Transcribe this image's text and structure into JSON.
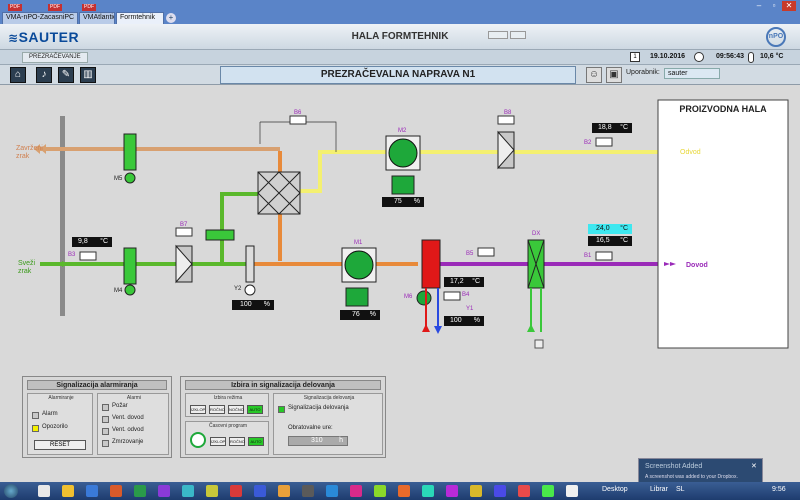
{
  "browser": {
    "tabs": [
      {
        "label": "VMA-nPO-ZacasniPC",
        "tag": "PDF"
      },
      {
        "label": "VMAtlantic",
        "tag": "PDF"
      },
      {
        "label": "Formtehnik",
        "tag": "PDF",
        "active": true
      }
    ],
    "new_tab": "+"
  },
  "header": {
    "brand": "SAUTER",
    "title": "HALA FORMTEHNIK",
    "breadcrumb": "PREZRAČEVANJE",
    "date": "19.10.2016",
    "time": "09:56:43",
    "temperature": "10,6 °C",
    "calendar_day": "1"
  },
  "toolbar": {
    "page_title": "PREZRAČEVALNA NAPRAVA N1",
    "user_label": "Uporabnik:",
    "user_name": "sauter"
  },
  "diagram": {
    "room_title": "PROIZVODNA HALA",
    "labels": {
      "exhaust_air": "Zavrženi\nzrak",
      "fresh_air": "Sveži\nzrak",
      "return_air": "Odvod",
      "supply_air": "Dovod"
    },
    "components": {
      "damper_exhaust": "M5",
      "damper_fresh": "M4",
      "return_fan": "M2",
      "supply_fan": "M1",
      "filter_fresh": "B7",
      "filter_return": "B8",
      "dp_recuperator": "B6",
      "valve_recuperator": "Y2",
      "pump": "M6",
      "valve_heater": "Y1",
      "sensor_heater": "B4",
      "sensor_supply_mid": "B5",
      "sensor_supply": "B1",
      "sensor_return": "B2",
      "sensor_fresh": "B3",
      "cooler": "DX"
    },
    "values": {
      "fresh_temp": "9,8",
      "fresh_unit": "°C",
      "recuperator_valve": "100",
      "recuperator_unit": "%",
      "supply_fan_speed": "76",
      "supply_fan_unit": "%",
      "return_fan_speed": "75",
      "return_fan_unit": "%",
      "heater_temp": "17,2",
      "heater_unit": "°C",
      "heater_valve": "100",
      "heater_valve_unit": "%",
      "return_temp": "18,8",
      "return_unit": "°C",
      "supply_setpoint": "24,0",
      "supply_setpoint_unit": "°C",
      "supply_temp": "16,5",
      "supply_unit": "°C"
    }
  },
  "alarm_panel": {
    "title": "Signalizacija alarmiranja",
    "box1_title": "Alarmiranje",
    "alarm": "Alarm",
    "warning": "Opozorilo",
    "reset": "RESET",
    "box2_title": "Alarmi",
    "items": [
      "Požar",
      "Vent. dovod",
      "Vent. odvod",
      "Zmrzovanje"
    ]
  },
  "mode_panel": {
    "title": "Izbira in signalizacija delovanja",
    "box1_title": "Izbira režima",
    "modes": [
      "IZKLOP",
      "ROČNO",
      "NOČNO",
      "AUTO"
    ],
    "box2_title": "Signalizacija delovanja",
    "operation": "Signalizacija delovanja",
    "hours_label": "Obratovalne ure:",
    "hours_value": "310",
    "hours_unit": "h",
    "box3_title": "Časovni program",
    "timer_modes": [
      "IZKLOP",
      "ROČNO",
      "AUTO"
    ]
  },
  "notification": {
    "title": "Screenshot Added",
    "message": "A screenshot was added to your Dropbox."
  },
  "taskbar": {
    "desktop": "Desktop",
    "library": "Librar",
    "lang": "SL",
    "clock": "9:56"
  },
  "colors": {
    "fresh": "#5ab82c",
    "exhaust": "#d8a070",
    "return": "#f4f070",
    "supply": "#9a2ab8",
    "mixed": "#e88a3a",
    "fan_green": "#1ea83a",
    "heater": "#e01818",
    "setpoint_cyan": "#3ee8f0"
  }
}
